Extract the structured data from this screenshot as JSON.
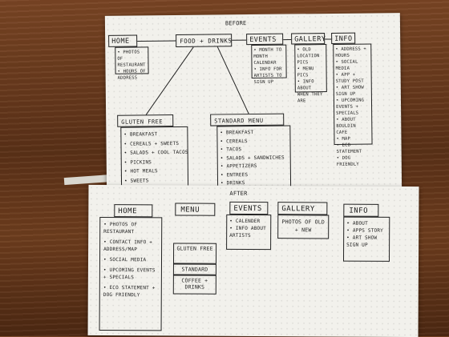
{
  "before": {
    "title": "BEFORE",
    "nav": {
      "home": {
        "label": "HOME",
        "items": [
          "PHOTOS OF RESTAURANT",
          "HOURS OF ADDRESS"
        ]
      },
      "food": {
        "label": "FOOD + DRINKS"
      },
      "events": {
        "label": "EVENTS",
        "items": [
          "MONTH TO MONTH CALENDAR",
          "INFO FOR ARTISTS TO SIGN UP"
        ]
      },
      "gallery": {
        "label": "GALLERY",
        "items": [
          "OLD LOCATION PICS",
          "MENU PICS",
          "INFO ABOUT WHEN THEY ARE"
        ]
      },
      "info": {
        "label": "INFO",
        "items": [
          "ADDRESS + HOURS",
          "SOCIAL MEDIA",
          "APP + STUDY POST",
          "ART SHOW SIGN UP",
          "UPCOMING EVENTS + SPECIALS",
          "ABOUT BOULDIN CAFE",
          "MAP",
          "ECO STATEMENT",
          "DOG FRIENDLY"
        ]
      }
    },
    "gluten_free": {
      "label": "GLUTEN FREE",
      "items": [
        "BREAKFAST",
        "CEREALS + SWEETS",
        "SALADS + COOL TACOS",
        "PICKINS",
        "HOT MEALS",
        "SWEETS"
      ]
    },
    "standard_menu": {
      "label": "STANDARD MENU",
      "items": [
        "BREAKFAST",
        "CEREALS",
        "TACOS",
        "SALADS + SANDWICHES",
        "APPETIZERS",
        "ENTREES",
        "DRINKS"
      ]
    }
  },
  "after": {
    "title": "AFTER",
    "home": {
      "label": "HOME",
      "items": [
        "PHOTOS OF RESTAURANT",
        "CONTACT INFO + ADDRESS/MAP",
        "SOCIAL MEDIA",
        "UPCOMING EVENTS + SPECIALS",
        "ECO STATEMENT + DOG FRIENDLY"
      ]
    },
    "menu": {
      "label": "MENU",
      "items": [
        "GLUTEN FREE",
        "STANDARD",
        "COFFEE + DRINKS"
      ]
    },
    "events": {
      "label": "EVENTS",
      "items": [
        "CALENDER",
        "INFO ABOUT ARTISTS"
      ]
    },
    "gallery": {
      "label": "GALLERY",
      "items": [
        "PHOTOS OF OLD + NEW"
      ]
    },
    "info": {
      "label": "INFO",
      "items": [
        "ABOUT",
        "APPS STORY",
        "ART SHOW SIGN UP"
      ]
    }
  }
}
